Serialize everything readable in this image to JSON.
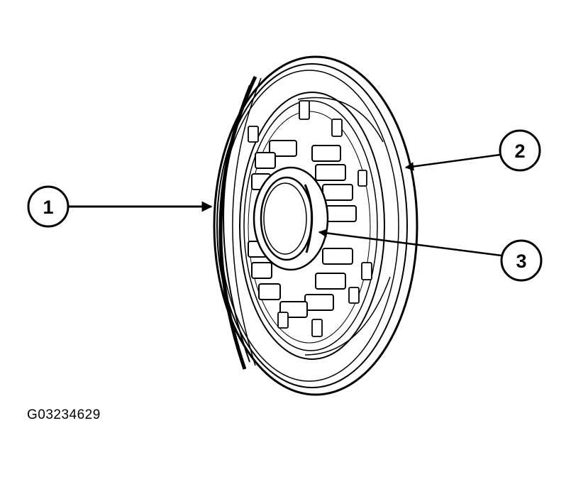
{
  "figure": {
    "callouts": [
      {
        "label": "1"
      },
      {
        "label": "2"
      },
      {
        "label": "3"
      }
    ],
    "figure_id": "G03234629"
  },
  "colors": {
    "line": "#000000",
    "background": "#ffffff"
  }
}
